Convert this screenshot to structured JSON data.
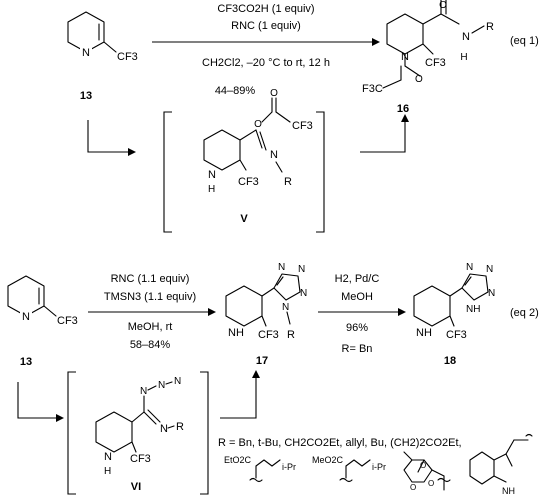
{
  "eq1": {
    "start_label": "13",
    "reagent_line1": "CF3CO2H (1 equiv)",
    "reagent_line2": "RNC (1 equiv)",
    "conditions": "CH2Cl2, –20 °C to rt, 12 h",
    "yield": "44–89%",
    "product_label": "16",
    "intermediate_label": "V",
    "equation_tag": "(eq 1)"
  },
  "eq2": {
    "start_label": "13",
    "reagent_line1": "RNC (1.1 equiv)",
    "reagent_line2": "TMSN3 (1.1 equiv)",
    "solvent": "MeOH, rt",
    "yield": "58–84%",
    "product_label": "17",
    "step2_line1": "H2, Pd/C",
    "step2_line2": "MeOH",
    "step2_yield": "96%",
    "step2_note": "R= Bn",
    "final_label": "18",
    "intermediate_label": "VI",
    "equation_tag": "(eq 2)"
  },
  "r_groups": {
    "line1": "R = Bn, t-Bu, CH2CO2Et, allyl, Bu, (CH2)2CO2Et,"
  },
  "atoms": {
    "N": "N",
    "NH": "NH",
    "H": "H",
    "O": "O",
    "R": "R",
    "CF3": "CF3",
    "F3C": "F3C",
    "iPr": "i-Pr",
    "EtO2C": "EtO2C",
    "MeO2C": "MeO2C"
  }
}
